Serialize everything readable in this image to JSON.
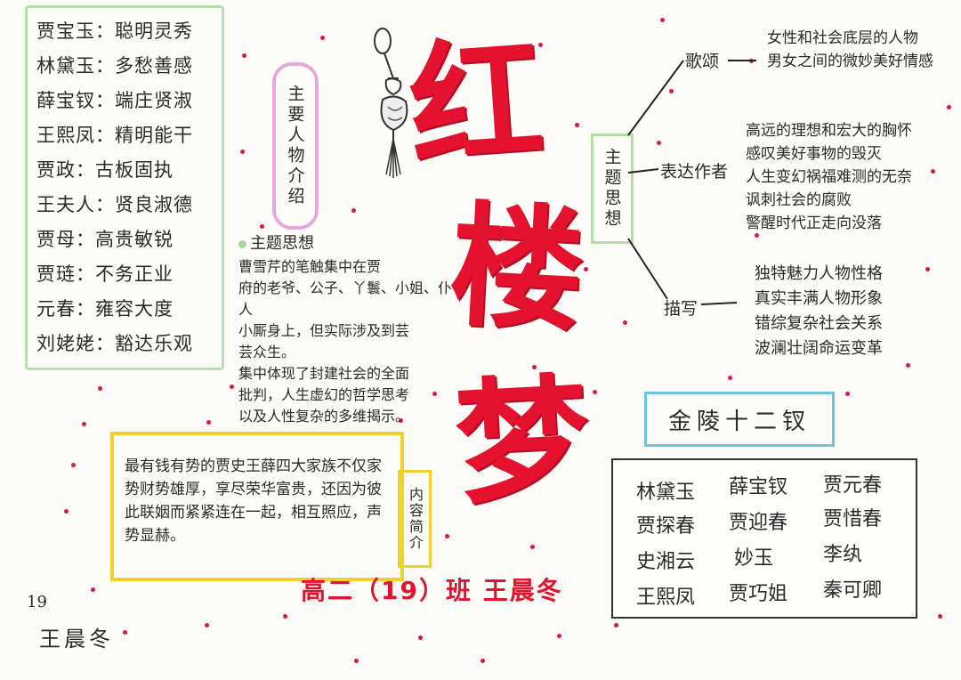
{
  "characters": [
    "贾宝玉：聪明灵秀",
    "林黛玉：多愁善感",
    "薛宝钗：端庄贤淑",
    "王熙凤：精明能干",
    "贾政：古板固执",
    "王夫人：贤良淑德",
    "贾母：高贵敏锐",
    "贾琏：不务正业",
    "元春：雍容大度",
    "刘姥姥：豁达乐观"
  ],
  "main_characters_label": "主要人物介绍",
  "theme_heading": "主题思想",
  "theme_paragraphs": [
    "曹雪芹的笔触集中在贾\n府的老爷、公子、丫鬟、小姐、仆人\n小厮身上，但实际涉及到芸\n芸众生。",
    "集中体现了封建社会的全面\n批判，人生虚幻的哲学思考\n以及人性复杂的多维揭示。"
  ],
  "title_chars": [
    "红",
    "楼",
    "梦"
  ],
  "theme_box_label": "主题思想",
  "branches": {
    "praise": {
      "label": "歌颂",
      "text": "女性和社会底层的人物\n男女之间的微妙美好情感"
    },
    "express": {
      "label": "表达作者",
      "text": "高远的理想和宏大的胸怀\n感叹美好事物的毁灭\n人生变幻祸福难测的无奈\n讽刺社会的腐败\n警醒时代正走向没落"
    },
    "describe": {
      "label": "描写",
      "text": "独特魅力人物性格\n真实丰满人物形象\n错综复杂社会关系\n波澜壮阔命运变革"
    }
  },
  "content_label": "内容简介",
  "summary": "最有钱有势的贾史王薛四大家族不仅家势财势雄厚，享尽荣华富贵，还因为彼此联姻而紧紧连在一起，相互照应，声势显赫。",
  "jinling_title": "金陵十二钗",
  "jinling_names": [
    "林黛玉",
    "薛宝钗",
    "贾元春",
    "贾探春",
    "贾迎春",
    "贾惜春",
    "史湘云",
    "妙玉",
    "李纨",
    "王熙凤",
    "贾巧姐",
    "秦可卿"
  ],
  "class_name": "高二（19）班 王晨冬",
  "signature_number": "19",
  "signature_name": "王晨冬",
  "colors": {
    "title_red": "#e4122e",
    "green_border": "#b8dfb2",
    "pink_border": "#e6a9de",
    "yellow_border": "#f2d12c",
    "blue_border": "#6cc6e0"
  }
}
